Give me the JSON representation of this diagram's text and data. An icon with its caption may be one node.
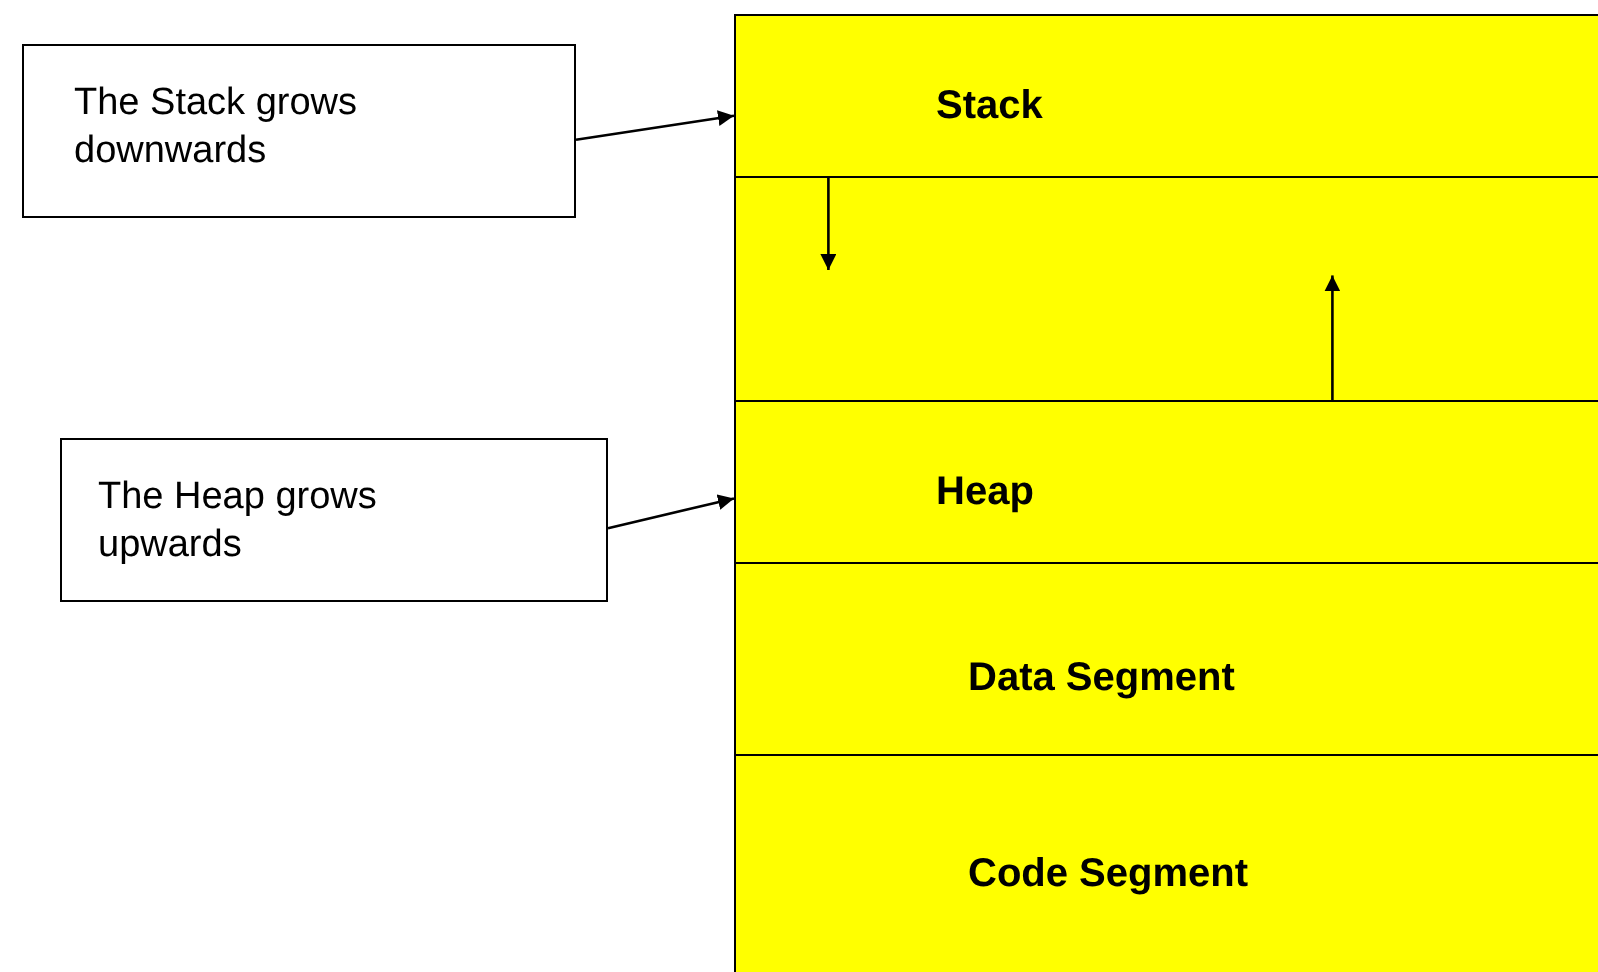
{
  "diagram": {
    "nodes": [
      {
        "text": [
          "The Stack grows downwards"
        ]
      },
      {
        "text": [
          "Stack"
        ]
      },
      {
        "text": [],
        "shape": "box"
      },
      {
        "text": [
          "The Heap grows upwards"
        ]
      },
      {
        "text": [
          "Heap"
        ]
      },
      {
        "text": [
          "Data Segment"
        ]
      },
      {
        "text": [
          "Code Segment"
        ]
      }
    ],
    "edges": [
      {
        "from": 0,
        "to": 1,
        "arrow": "to"
      },
      {
        "from": 3,
        "to": 4,
        "arrow": "to"
      },
      {
        "from": 1,
        "to": 2,
        "arrow": "to"
      },
      {
        "from": 4,
        "to": 2,
        "arrow": "to"
      }
    ]
  }
}
